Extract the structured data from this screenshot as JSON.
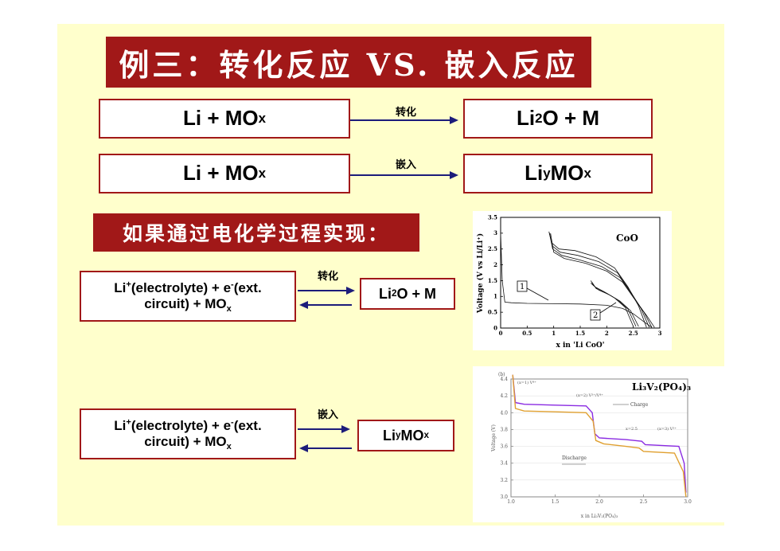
{
  "title": "例三：转化反应 VS. 嵌入反应",
  "subtitle": "如果通过电化学过程实现：",
  "eq1": {
    "left": [
      "Li + MO",
      "x"
    ],
    "label": "转化",
    "right": [
      "Li",
      "2",
      "O + M"
    ]
  },
  "eq2": {
    "left": [
      "Li + MO",
      "x"
    ],
    "label": "嵌入",
    "right": [
      "Li",
      "y",
      "MO",
      "x"
    ]
  },
  "eq3": {
    "left": [
      "Li",
      "+",
      "(electrolyte) + e",
      "-",
      "(ext.",
      "circuit) + MO",
      "x"
    ],
    "label": "转化",
    "right": [
      "Li",
      "2",
      "O + M"
    ]
  },
  "eq4": {
    "left": [
      "Li",
      "+",
      "(electrolyte) + e",
      "-",
      "(ext.",
      "circuit) + MO",
      "x"
    ],
    "label": "嵌入",
    "right": [
      "Li",
      "y",
      "MO",
      "x"
    ]
  },
  "chart_data": [
    {
      "type": "line",
      "title": "CoO",
      "xlabel": "x in 'Li CoO'",
      "ylabel": "Voltage (V vs Li/Li⁺)",
      "xlim": [
        0,
        3
      ],
      "ylim": [
        0,
        3.5
      ],
      "xticks": [
        "0",
        "0.5",
        "1",
        "1.5",
        "2",
        "2.5",
        "3"
      ],
      "yticks": [
        "0",
        "0.5",
        "1",
        "1.5",
        "2",
        "2.5",
        "3",
        "3.5"
      ],
      "annotations": [
        "1",
        "2"
      ],
      "series": [
        {
          "x": [
            0,
            0.03,
            0.08,
            0.2,
            0.5,
            1.0,
            1.5,
            2.0,
            2.3,
            2.5,
            2.7,
            2.85
          ],
          "y": [
            3.0,
            1.5,
            0.82,
            0.8,
            0.78,
            0.77,
            0.76,
            0.72,
            0.62,
            0.45,
            0.2,
            0.02
          ]
        },
        {
          "x": [
            2.9,
            2.75,
            2.55,
            2.3,
            2.0,
            1.6,
            1.2,
            1.0,
            0.95,
            0.94
          ],
          "y": [
            0.02,
            0.4,
            0.85,
            1.45,
            1.8,
            2.05,
            2.2,
            2.4,
            2.9,
            3.0
          ]
        },
        {
          "x": [
            2.85,
            2.7,
            2.5,
            2.25,
            1.9,
            1.5,
            1.15,
            0.98,
            0.93,
            0.92
          ],
          "y": [
            0.02,
            0.5,
            1.0,
            1.6,
            1.95,
            2.15,
            2.3,
            2.5,
            2.95,
            3.0
          ]
        },
        {
          "x": [
            2.8,
            2.65,
            2.45,
            2.2,
            1.85,
            1.45,
            1.12,
            0.97,
            0.92
          ],
          "y": [
            0.02,
            0.6,
            1.15,
            1.75,
            2.1,
            2.3,
            2.4,
            2.6,
            3.0
          ]
        },
        {
          "x": [
            2.75,
            2.6,
            2.4,
            2.15,
            1.8,
            1.4,
            1.1,
            0.96,
            0.91
          ],
          "y": [
            0.02,
            0.7,
            1.3,
            1.9,
            2.25,
            2.45,
            2.5,
            2.7,
            3.05
          ]
        },
        {
          "x": [
            2.6,
            2.45,
            2.25,
            2.05,
            1.85,
            1.75,
            1.7
          ],
          "y": [
            0.05,
            0.55,
            0.85,
            1.05,
            1.2,
            1.35,
            1.5
          ]
        },
        {
          "x": [
            2.55,
            2.4,
            2.2,
            2.0,
            1.8,
            1.72
          ],
          "y": [
            0.05,
            0.6,
            0.9,
            1.1,
            1.25,
            1.45
          ]
        },
        {
          "x": [
            2.5,
            2.35,
            2.15,
            1.95,
            1.78,
            1.7
          ],
          "y": [
            0.05,
            0.65,
            0.95,
            1.15,
            1.3,
            1.42
          ]
        }
      ]
    },
    {
      "type": "line",
      "title": "Li₃V₂(PO₄)₃",
      "panel_label": "(b)",
      "xlabel": "x in Li₃V₂(PO₄)₃",
      "ylabel": "Voltage (V)",
      "xlim": [
        1.0,
        3.0
      ],
      "ylim": [
        3.0,
        4.4
      ],
      "xticks": [
        "1.0",
        "1.5",
        "2.0",
        "2.5",
        "3.0"
      ],
      "yticks": [
        "3.0",
        "3.2",
        "3.4",
        "3.6",
        "3.8",
        "4.0",
        "4.2",
        "4.4"
      ],
      "annotations": [
        "(x=1) V⁴⁺",
        "(x=2) V³⁺/V⁴⁺",
        "x=2.5",
        "(x=3) V³⁺",
        "Charge",
        "Discharge"
      ],
      "series": [
        {
          "name": "Charge",
          "color": "#8a2be2",
          "x": [
            1.02,
            1.05,
            1.15,
            1.5,
            1.85,
            1.92,
            1.95,
            2.0,
            2.3,
            2.48,
            2.52,
            2.9,
            2.96,
            2.98
          ],
          "y": [
            4.45,
            4.12,
            4.1,
            4.09,
            4.08,
            4.0,
            3.75,
            3.7,
            3.68,
            3.66,
            3.62,
            3.6,
            3.4,
            3.05
          ]
        },
        {
          "name": "Discharge",
          "color": "#e0a030",
          "x": [
            1.02,
            1.05,
            1.15,
            1.5,
            1.85,
            1.93,
            1.96,
            2.05,
            2.3,
            2.45,
            2.5,
            2.85,
            2.95,
            2.98
          ],
          "y": [
            4.45,
            4.05,
            4.02,
            4.01,
            4.0,
            3.9,
            3.67,
            3.63,
            3.6,
            3.58,
            3.54,
            3.52,
            3.3,
            3.0
          ]
        }
      ]
    }
  ]
}
